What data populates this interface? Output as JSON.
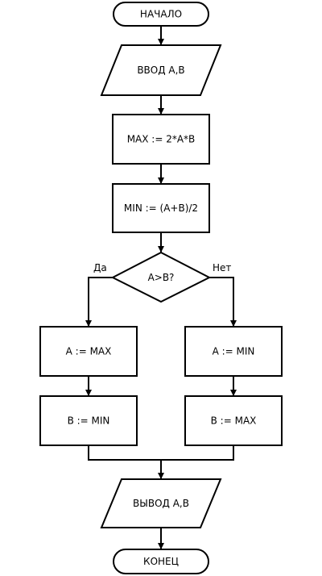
{
  "flowchart": {
    "start": "НАЧАЛО",
    "input": "ВВОД A,B",
    "assign_max": "MAX := 2*A*B",
    "assign_min": "MIN := (A+B)/2",
    "condition": "A>B?",
    "branch_yes": "Да",
    "branch_no": "Нет",
    "yes_step1": "A := MAX",
    "yes_step2": "B := MIN",
    "no_step1": "A := MIN",
    "no_step2": "B := MAX",
    "output": "ВЫВОД A,B",
    "end": "КОНЕЦ"
  },
  "colors": {
    "stroke": "#000000",
    "fill": "#ffffff"
  }
}
